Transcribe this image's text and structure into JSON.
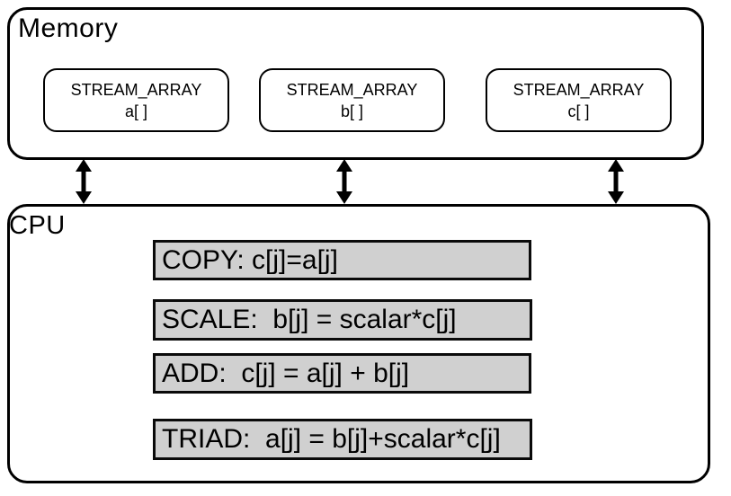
{
  "diagram": {
    "memory": {
      "label": "Memory",
      "arrays": [
        {
          "title": "STREAM_ARRAY",
          "name": "a[ ]"
        },
        {
          "title": "STREAM_ARRAY",
          "name": "b[ ]"
        },
        {
          "title": "STREAM_ARRAY",
          "name": "c[ ]"
        }
      ]
    },
    "cpu": {
      "label": "CPU",
      "operations": [
        {
          "label": "COPY: c[j]=a[j]"
        },
        {
          "label": "SCALE:  b[j] = scalar*c[j]"
        },
        {
          "label": "ADD:  c[j] = a[j] + b[j]"
        },
        {
          "label": "TRIAD:  a[j] = b[j]+scalar*c[j]"
        }
      ]
    },
    "connections": [
      {
        "from": "memory",
        "to": "cpu",
        "type": "bidirectional"
      },
      {
        "from": "memory",
        "to": "cpu",
        "type": "bidirectional"
      },
      {
        "from": "memory",
        "to": "cpu",
        "type": "bidirectional"
      }
    ],
    "colors": {
      "background": "#ffffff",
      "outline": "#000000",
      "operation_fill": "#d0d0d0"
    }
  }
}
